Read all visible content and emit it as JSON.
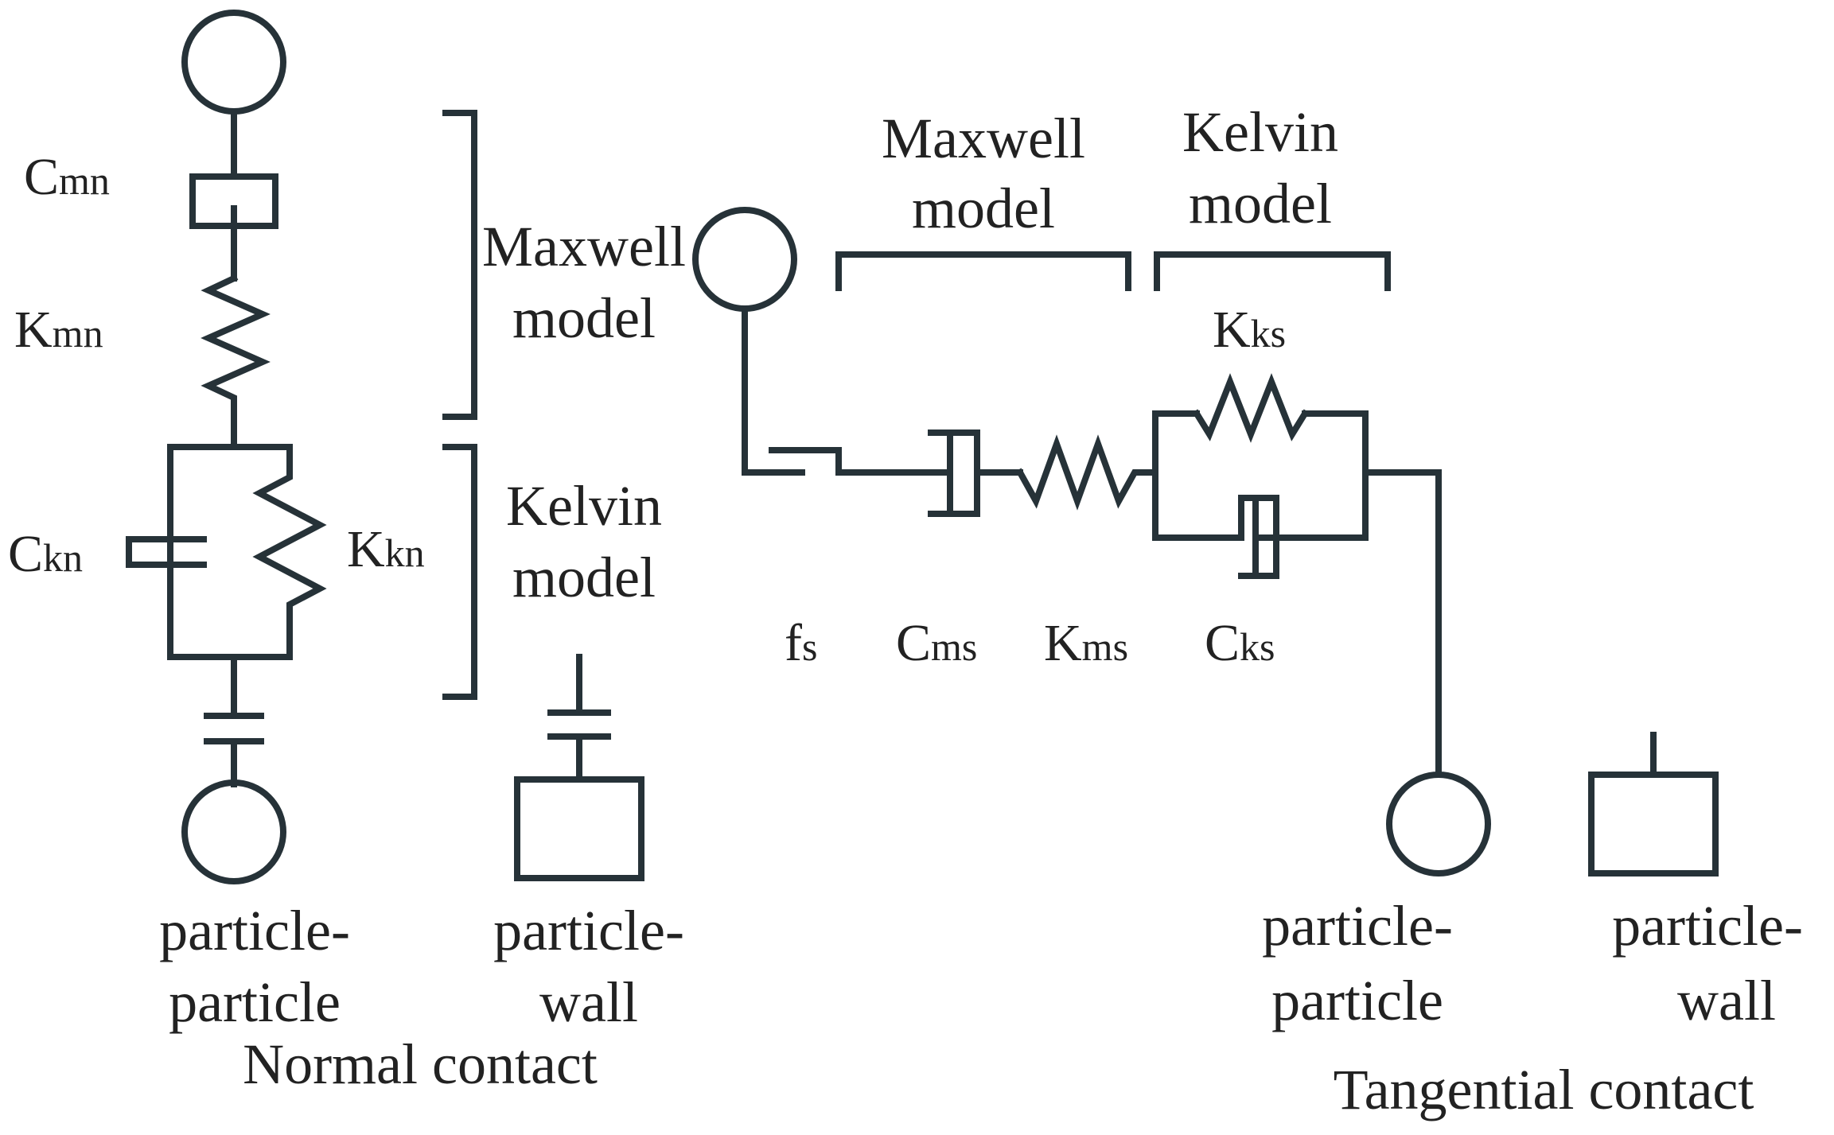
{
  "normal": {
    "symbols": {
      "cmn": {
        "main": "C",
        "sub": "mn"
      },
      "kmn": {
        "main": "K",
        "sub": "mn"
      },
      "ckn": {
        "main": "C",
        "sub": "kn"
      },
      "kkn": {
        "main": "K",
        "sub": "kn"
      }
    },
    "maxwell_line1": "Maxwell",
    "maxwell_line2": "model",
    "kelvin_line1": "Kelvin",
    "kelvin_line2": "model",
    "pp_line1": "particle-",
    "pp_line2": "particle",
    "pw_line1": "particle-",
    "pw_line2": "wall",
    "caption": "Normal contact"
  },
  "tangential": {
    "maxwell_line1": "Maxwell",
    "maxwell_line2": "model",
    "kelvin_line1": "Kelvin",
    "kelvin_line2": "model",
    "symbols": {
      "kks": {
        "main": "K",
        "sub": "ks"
      },
      "fs": {
        "main": "f",
        "sub": "s"
      },
      "cms": {
        "main": "C",
        "sub": "ms"
      },
      "kms": {
        "main": "K",
        "sub": "ms"
      },
      "cks": {
        "main": "C",
        "sub": "ks"
      }
    },
    "pp_line1": "particle-",
    "pp_line2": "particle",
    "pw_line1": "particle-",
    "pw_line2": "wall",
    "caption": "Tangential contact"
  },
  "colors": {
    "stroke": "#263238",
    "text": "#222222"
  }
}
